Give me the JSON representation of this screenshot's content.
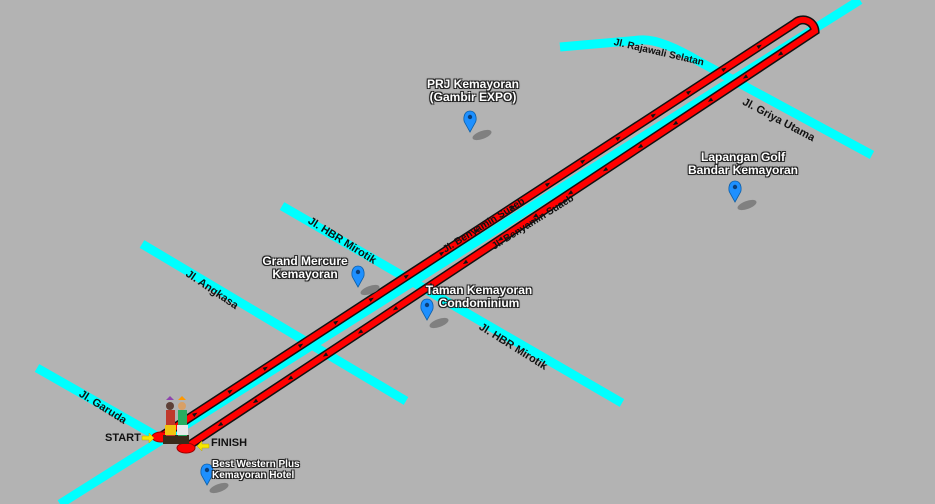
{
  "streets": {
    "rajawali_selatan": "Jl. Rajawali Selatan",
    "griya_utama": "Jl. Griya Utama",
    "hbr_mirotik": "Jl. HBR Mirotik",
    "angkasa": "Jl. Angkasa",
    "garuda": "Jl. Garuda",
    "benyamin_suaeb": "Jl. Benyamin Suaeb"
  },
  "pois": {
    "prj": {
      "line1": "PRJ Kemayoran",
      "line2": "(Gambir EXPO)"
    },
    "golf": {
      "line1": "Lapangan Golf",
      "line2": "Bandar Kemayoran"
    },
    "mercure": {
      "line1": "Grand Mercure",
      "line2": "Kemayoran"
    },
    "taman": {
      "line1": "Taman Kemayoran",
      "line2": "Condominium"
    },
    "best_western": {
      "line1": "Best Western Plus",
      "line2": "Kemayoran Hotel"
    }
  },
  "markers": {
    "start": "START",
    "finish": "FINISH"
  },
  "colors": {
    "background": "#b3b3b3",
    "road": "#00ffff",
    "route": "#ff0000",
    "pin": "#1e90ff"
  },
  "icons": {
    "pin": "map-pin-icon",
    "mascot": "mascot-figures-icon",
    "arrow": "yellow-arrow-icon"
  }
}
